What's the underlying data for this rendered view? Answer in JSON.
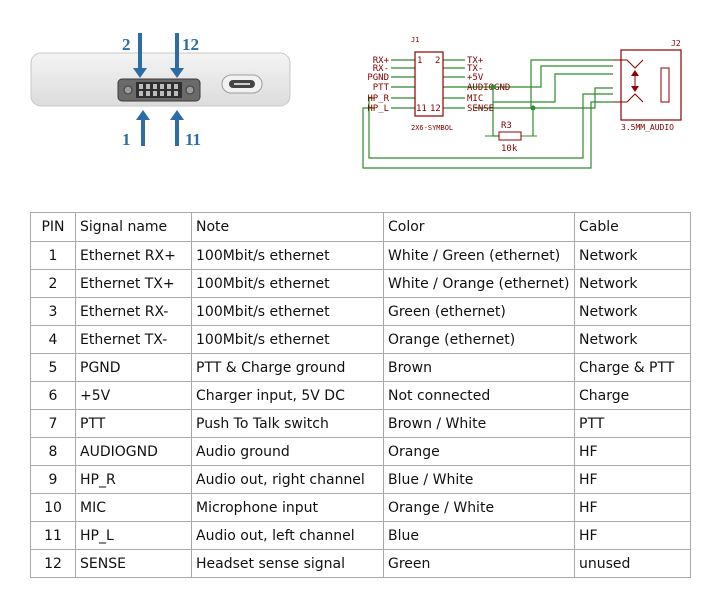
{
  "device": {
    "pin_callouts": [
      "2",
      "12",
      "1",
      "11"
    ],
    "accent_color": "#2e6ca5"
  },
  "schematic": {
    "connector_ref": "J1",
    "connector_symbol": "2X6-SYMBOL",
    "pin_numbers": [
      "1",
      "2",
      "11",
      "12"
    ],
    "left_labels": [
      "RX+",
      "RX-",
      "PGND",
      "PTT",
      "HP_R",
      "HP_L"
    ],
    "right_labels": [
      "TX+",
      "TX-",
      "+5V",
      "AUDIOGND",
      "MIC",
      "SENSE"
    ],
    "resistor_ref": "R3",
    "resistor_value": "10k",
    "jack_ref": "J2",
    "jack_value": "3.5MM_AUDIO",
    "colors": {
      "symbol": "#8b0000",
      "wire": "#2e8b2e",
      "pin": "#8fcf8f"
    }
  },
  "table": {
    "headers": [
      "PIN",
      "Signal name",
      "Note",
      "Color",
      "Cable"
    ],
    "rows": [
      [
        "1",
        "Ethernet RX+",
        "100Mbit/s ethernet",
        "White / Green (ethernet)",
        "Network"
      ],
      [
        "2",
        "Ethernet TX+",
        "100Mbit/s ethernet",
        "White / Orange (ethernet)",
        "Network"
      ],
      [
        "3",
        "Ethernet RX-",
        "100Mbit/s ethernet",
        "Green (ethernet)",
        "Network"
      ],
      [
        "4",
        "Ethernet TX-",
        "100Mbit/s ethernet",
        "Orange (ethernet)",
        "Network"
      ],
      [
        "5",
        "PGND",
        "PTT & Charge ground",
        "Brown",
        "Charge & PTT"
      ],
      [
        "6",
        "+5V",
        "Charger input, 5V DC",
        "Not connected",
        "Charge"
      ],
      [
        "7",
        "PTT",
        "Push To Talk switch",
        "Brown / White",
        "PTT"
      ],
      [
        "8",
        "AUDIOGND",
        "Audio ground",
        "Orange",
        "HF"
      ],
      [
        "9",
        "HP_R",
        "Audio out, right channel",
        "Blue / White",
        "HF"
      ],
      [
        "10",
        "MIC",
        "Microphone input",
        "Orange / White",
        "HF"
      ],
      [
        "11",
        "HP_L",
        "Audio out, left channel",
        "Blue",
        "HF"
      ],
      [
        "12",
        "SENSE",
        "Headset sense signal",
        "Green",
        "unused"
      ]
    ]
  }
}
